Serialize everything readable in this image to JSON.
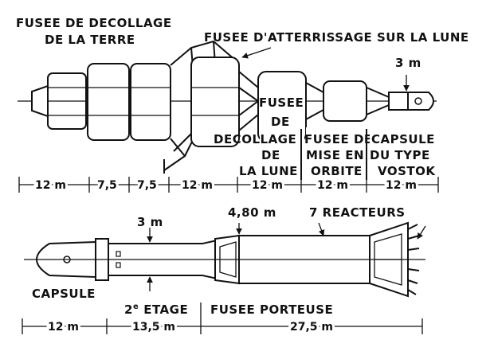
{
  "top": {
    "labels": {
      "earth_launch_l1": "FUSEE DE DECOLLAGE",
      "earth_launch_l2": "DE LA TERRE",
      "moon_landing": "FUSEE D'ATTERRISSAGE SUR LA LUNE",
      "diameter": "3 m",
      "moon_launch_l1": "FUSEE",
      "moon_launch_l2": "DE",
      "moon_launch_l3": "DECOLLAGE",
      "moon_launch_l4": "DE",
      "moon_launch_l5": "LA LUNE",
      "orbit_l1": "FUSEE DE",
      "orbit_l2": "MISE EN",
      "orbit_l3": "ORBITE",
      "capsule_l1": "CAPSULE",
      "capsule_l2": "DU TYPE",
      "capsule_l3": "VOSTOK"
    },
    "dimensions": [
      "12 m",
      "7,5",
      "7,5",
      "12 m",
      "12 m",
      "12 m",
      "12 m"
    ]
  },
  "bottom": {
    "labels": {
      "diameter": "3 m",
      "body_diameter": "4,80 m",
      "reactors": "7 REACTEURS",
      "capsule": "CAPSULE",
      "stage2_num": "2",
      "stage2_sup": "e",
      "stage2_word": "ETAGE",
      "carrier": "FUSEE PORTEUSE"
    },
    "dimensions": [
      "12 m",
      "13,5 m",
      "27,5 m"
    ]
  }
}
